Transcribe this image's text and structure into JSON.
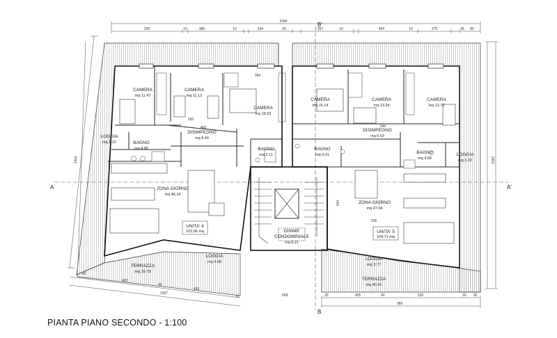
{
  "caption": "PIANTA PIANO SECONDO - 1:100",
  "section_markers": {
    "a_left": "A",
    "a_right": "A'",
    "b_top": "B'",
    "b_bottom": "B"
  },
  "rooms": {
    "camera1": {
      "name": "CAMERA",
      "area": "mq 11.47"
    },
    "camera2": {
      "name": "CAMERA",
      "area": "mq 11.12"
    },
    "camera3": {
      "name": "CAMERA",
      "area": "mq 16.62"
    },
    "disimpegno1": {
      "name": "DISIMPEGNO",
      "area": "mq 8.40"
    },
    "loggia1": {
      "name": "LOGGIA",
      "area": "mq 1.22"
    },
    "bagno1": {
      "name": "BAGNO",
      "area": "mq 4.85"
    },
    "bagno2": {
      "name": "BAGNO",
      "area": "mq 3.11"
    },
    "zona_giorno1": {
      "name": "ZONA GIORNO",
      "area": "mq 46.19"
    },
    "unita4": {
      "name": "UNITA' 4",
      "area": "103,96 mq"
    },
    "terrazza1": {
      "name": "TERRAZZA",
      "area": "mq 39.73"
    },
    "loggia2": {
      "name": "LOGGIA",
      "area": "mq 4.68"
    },
    "camera4": {
      "name": "CAMERA",
      "area": "mq 16.14"
    },
    "camera5": {
      "name": "CAMERA",
      "area": "mq 13.34"
    },
    "camera6": {
      "name": "CAMERA",
      "area": "mq 12.70"
    },
    "disimpegno2": {
      "name": "DISIMPEGNO",
      "area": "mq 6.53"
    },
    "bagno3": {
      "name": "BAGNO",
      "area": "mq 4.01"
    },
    "bagno4": {
      "name": "BAGNO",
      "area": "mq 4.56"
    },
    "loggia3": {
      "name": "LOGGIA",
      "area": "mq 1.22"
    },
    "zona_giorno2": {
      "name": "ZONA GIORNO",
      "area": "mq 47.04"
    },
    "unita5": {
      "name": "UNITA' 5",
      "area": "104,71 mq"
    },
    "disimp_cond": {
      "name": "DISIMP.",
      "name2": "CONDOMINIALE",
      "area": "mq 8.21"
    },
    "loggia4": {
      "name": "LOGGIA",
      "area": "mq 3.77"
    },
    "terrazza2": {
      "name": "TERRAZZA",
      "area": "mq 40.81"
    }
  },
  "dimensions": {
    "top_total": "2349",
    "top_chain": [
      "299",
      "10",
      "389",
      "10",
      "334",
      "30",
      "367",
      "10",
      "404",
      "10",
      "275",
      "45",
      "80"
    ],
    "inner_384": "384",
    "inner_344": "344",
    "inner_400": "400",
    "inner_255": "255",
    "left_total": "1464",
    "right_total": "1587",
    "bottom_left_total": "1057",
    "bottom_left_80": "80",
    "bottom_left_402": "402",
    "bottom_left_40": "40",
    "bottom_left_453": "453",
    "bottom_left_30": "30",
    "bottom_right_total": "986",
    "bottom_right_chain": [
      "508",
      "30",
      "405",
      "40",
      "530",
      "30"
    ],
    "bottom_right_80": "80",
    "stair_536": "536",
    "stair_544": "544"
  }
}
